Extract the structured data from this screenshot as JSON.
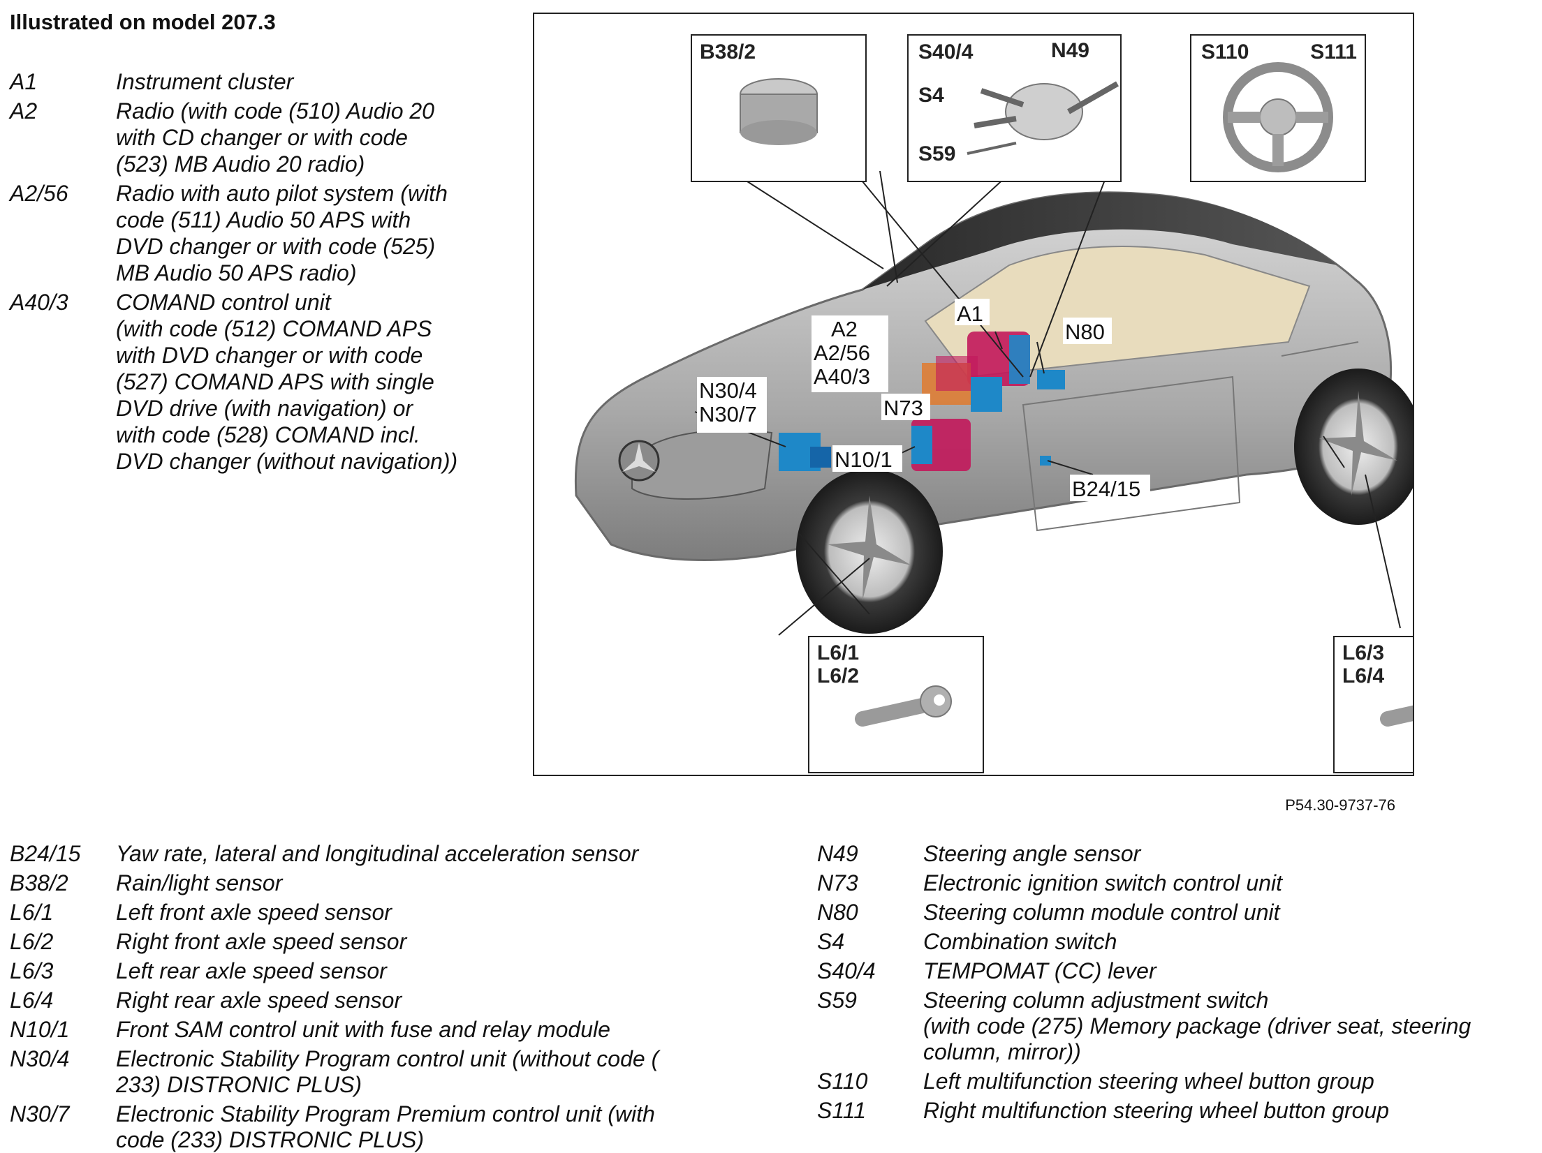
{
  "title": "Illustrated on model 207.3",
  "figure_ref": "P54.30-9737-76",
  "legend_top": [
    {
      "code": "A1",
      "desc": "Instrument cluster"
    },
    {
      "code": "A2",
      "desc": "Radio (with code (510) Audio 20\nwith CD changer or with code\n(523) MB Audio 20 radio)"
    },
    {
      "code": "A2/56",
      "desc": "Radio with auto pilot system (with\ncode (511) Audio 50 APS with\nDVD changer or with code (525)\nMB Audio 50 APS radio)"
    },
    {
      "code": "A40/3",
      "desc": "COMAND control unit\n(with code (512) COMAND APS\nwith DVD changer or with code\n(527) COMAND APS with single\nDVD drive (with navigation) or\nwith code (528) COMAND incl.\nDVD changer (without navigation))"
    }
  ],
  "legend_bottom_left": [
    {
      "code": "B24/15",
      "desc": "Yaw rate, lateral and longitudinal acceleration sensor"
    },
    {
      "code": "B38/2",
      "desc": "Rain/light sensor"
    },
    {
      "code": "L6/1",
      "desc": "Left front axle speed sensor"
    },
    {
      "code": "L6/2",
      "desc": "Right front axle speed sensor"
    },
    {
      "code": "L6/3",
      "desc": "Left rear axle speed sensor"
    },
    {
      "code": "L6/4",
      "desc": "Right rear axle speed sensor"
    },
    {
      "code": "N10/1",
      "desc": "Front SAM control unit with fuse and relay module"
    },
    {
      "code": "N30/4",
      "desc": "Electronic Stability Program control unit (without code (\n233) DISTRONIC PLUS)"
    },
    {
      "code": "N30/7",
      "desc": "Electronic Stability Program Premium control unit (with\ncode (233) DISTRONIC PLUS)"
    }
  ],
  "legend_bottom_right": [
    {
      "code": "N49",
      "desc": "Steering angle sensor"
    },
    {
      "code": "N73",
      "desc": "Electronic ignition switch control unit"
    },
    {
      "code": "N80",
      "desc": "Steering column module control unit"
    },
    {
      "code": "S4",
      "desc": "Combination switch"
    },
    {
      "code": "S40/4",
      "desc": "TEMPOMAT (CC) lever"
    },
    {
      "code": "S59",
      "desc": "Steering column adjustment switch\n(with code (275) Memory package (driver seat, steering\ncolumn, mirror))"
    },
    {
      "code": "S110",
      "desc": "Left multifunction steering wheel button group"
    },
    {
      "code": "S111",
      "desc": "Right multifunction steering wheel button group"
    }
  ],
  "diagram": {
    "inset_b382": "B38/2",
    "inset_sw_s404": "S40/4",
    "inset_sw_n49": "N49",
    "inset_sw_s4": "S4",
    "inset_sw_s59": "S59",
    "inset_wheel_s110": "S110",
    "inset_wheel_s111": "S111",
    "inset_front_l61": "L6/1",
    "inset_front_l62": "L6/2",
    "inset_rear_l63": "L6/3",
    "inset_rear_l64": "L6/4",
    "callout_a1": "A1",
    "callout_a2": "A2",
    "callout_a256": "A2/56",
    "callout_a403": "A40/3",
    "callout_n80": "N80",
    "callout_n304": "N30/4",
    "callout_n307": "N30/7",
    "callout_n73": "N73",
    "callout_n101": "N10/1",
    "callout_b2415": "B24/15",
    "component_colors": {
      "magenta": "#c2185b",
      "blue": "#1e88c8",
      "orange": "#e07a2e"
    }
  }
}
